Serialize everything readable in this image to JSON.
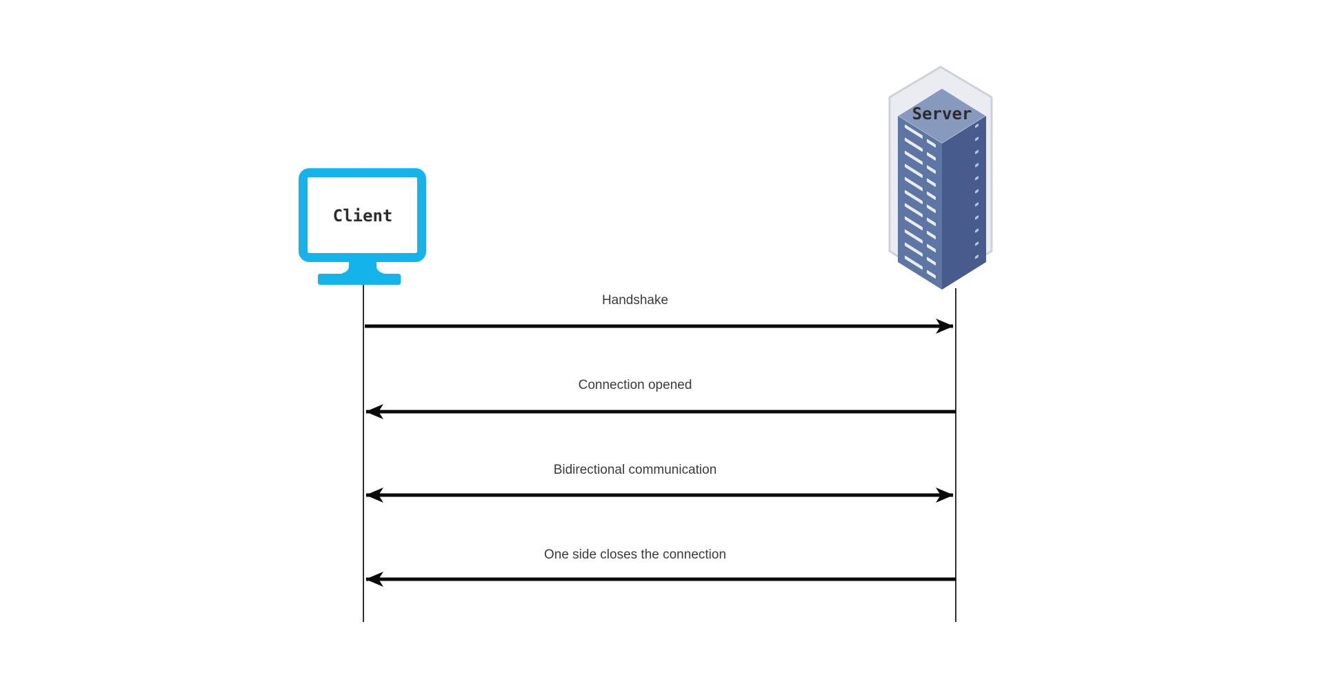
{
  "diagram": {
    "type": "sequence-diagram",
    "nodes": {
      "client": {
        "label": "Client",
        "icon": "desktop-monitor-icon",
        "accent_color": "#14b3ec"
      },
      "server": {
        "label": "Server",
        "icon": "server-rack-icon",
        "front_color": "#5d76a4",
        "top_color": "#8799bd",
        "side_color": "#485b8d",
        "shell_color": "#eaecf2"
      }
    },
    "messages": [
      {
        "label": "Handshake",
        "from": "client",
        "to": "server",
        "direction": "right"
      },
      {
        "label": "Connection opened",
        "from": "server",
        "to": "client",
        "direction": "left"
      },
      {
        "label": "Bidirectional communication",
        "from": "client",
        "to": "server",
        "direction": "both"
      },
      {
        "label": "One side closes the connection",
        "from": "server",
        "to": "client",
        "direction": "left"
      }
    ],
    "style": {
      "background": "#ffffff",
      "arrow_color": "#0a0a0a",
      "lifeline_color": "#2f2f2f",
      "label_color": "#3a3a3a"
    }
  }
}
